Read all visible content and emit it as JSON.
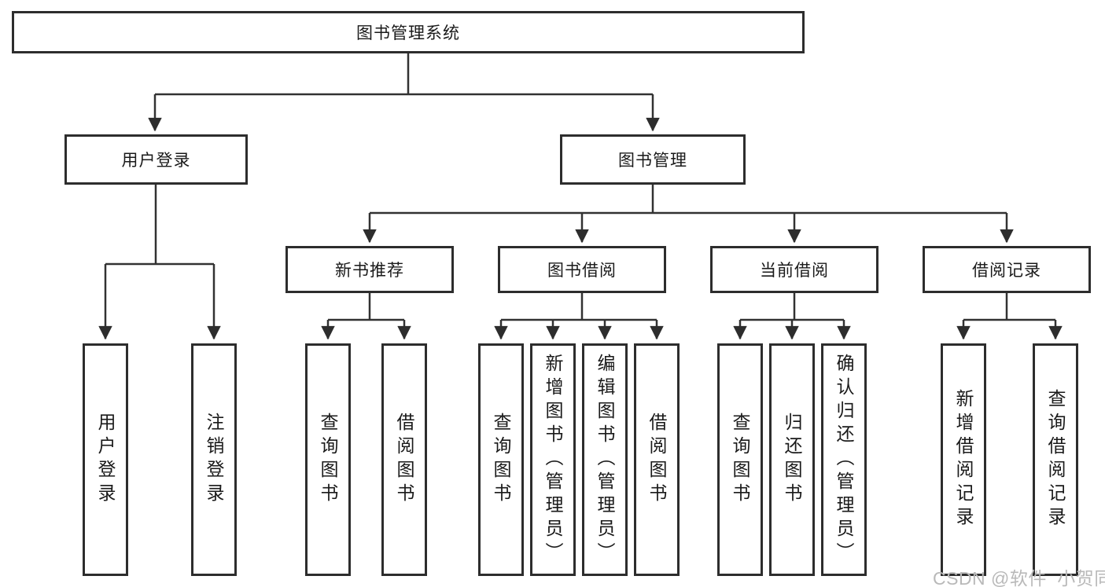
{
  "diagram": {
    "title": "图书管理系统",
    "root": {
      "label": "图书管理系统"
    },
    "level2": [
      {
        "id": "user-login",
        "label": "用户登录"
      },
      {
        "id": "book-mgmt",
        "label": "图书管理"
      }
    ],
    "level3": [
      {
        "id": "new-book-recommend",
        "label": "新书推荐"
      },
      {
        "id": "book-borrow",
        "label": "图书借阅"
      },
      {
        "id": "current-borrow",
        "label": "当前借阅"
      },
      {
        "id": "borrow-records",
        "label": "借阅记录"
      }
    ],
    "leaves": [
      {
        "parent": "用户登录",
        "label": "用户登录"
      },
      {
        "parent": "用户登录",
        "label": "注销登录"
      },
      {
        "parent": "新书推荐",
        "label": "查询图书"
      },
      {
        "parent": "新书推荐",
        "label": "借阅图书"
      },
      {
        "parent": "图书借阅",
        "label": "查询图书"
      },
      {
        "parent": "图书借阅",
        "label": "新增图书（管理员）"
      },
      {
        "parent": "图书借阅",
        "label": "编辑图书（管理员）"
      },
      {
        "parent": "图书借阅",
        "label": "借阅图书"
      },
      {
        "parent": "当前借阅",
        "label": "查询图书"
      },
      {
        "parent": "当前借阅",
        "label": "归还图书"
      },
      {
        "parent": "当前借阅",
        "label": "确认归还（管理员）"
      },
      {
        "parent": "借阅记录",
        "label": "新增借阅记录"
      },
      {
        "parent": "借阅记录",
        "label": "查询借阅记录"
      }
    ]
  },
  "watermark": {
    "text": "CSDN @软件_小贺同学"
  },
  "colors": {
    "line": "#323232",
    "border": "#2d2d2d",
    "text": "#1a1a1a",
    "watermark": "#b9b9b9",
    "background": "#ffffff"
  }
}
